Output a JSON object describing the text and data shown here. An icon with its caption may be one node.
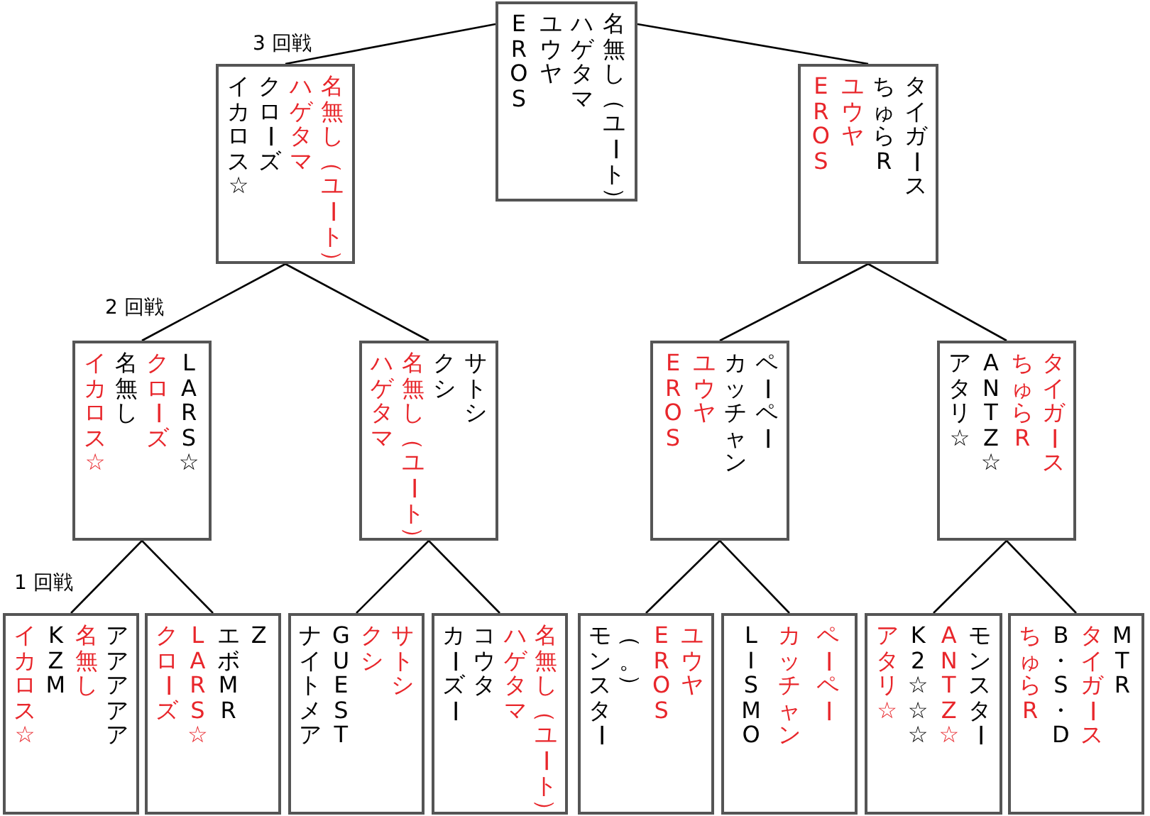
{
  "diagram": {
    "nodes": [
      {
        "text": [
          "EROS",
          "ユウヤ",
          "ハゲタマ",
          "名無し（ユート）"
        ]
      },
      {
        "text": [
          "イカロス☆",
          "クローズ",
          "ハゲタマ",
          "名無し（ユート）"
        ]
      },
      {
        "text": [
          "EROS",
          "ユウヤ",
          "ちゅらR",
          "タイガース"
        ]
      },
      {
        "text": [
          "イカロス☆",
          "名無し",
          "クローズ",
          "LARS☆"
        ]
      },
      {
        "text": [
          "ハゲタマ",
          "名無し（ユート）",
          "クシ",
          "サトシ"
        ]
      },
      {
        "text": [
          "EROS",
          "ユウヤ",
          "カッチャン",
          "ペーペー"
        ]
      },
      {
        "text": [
          "アタリ☆",
          "ANTZ☆",
          "ちゅらR",
          "タイガース"
        ]
      },
      {
        "text": [
          "イカロス☆",
          "KZM",
          "名無し",
          "アアアアア"
        ]
      },
      {
        "text": [
          "クローズ",
          "LARS☆",
          "エボMR",
          "Z"
        ]
      },
      {
        "text": [
          "ナイトメア",
          "GUEST",
          "クシ",
          "サトシ"
        ]
      },
      {
        "text": [
          "カーズー",
          "コウタ",
          "ハゲタマ",
          "名無し（ユート）"
        ]
      },
      {
        "text": [
          "モンスター",
          "（。）",
          "EROS",
          "ユウヤ"
        ]
      },
      {
        "text": [
          "LISMO",
          "カッチャン",
          "ペーペー"
        ]
      },
      {
        "text": [
          "アタリ☆",
          "K2☆☆☆",
          "ANTZ☆",
          "モンスター"
        ]
      },
      {
        "text": [
          "ちゅらR",
          "B・S・D",
          "タイガース",
          "MTR"
        ]
      }
    ],
    "edges": [
      {
        "from": 0,
        "to": 1,
        "arrow": "none"
      },
      {
        "from": 0,
        "to": 2,
        "arrow": "none"
      },
      {
        "from": 1,
        "to": 3,
        "arrow": "none"
      },
      {
        "from": 1,
        "to": 4,
        "arrow": "none"
      },
      {
        "from": 2,
        "to": 5,
        "arrow": "none"
      },
      {
        "from": 2,
        "to": 6,
        "arrow": "none"
      },
      {
        "from": 3,
        "to": 7,
        "arrow": "none"
      },
      {
        "from": 3,
        "to": 8,
        "arrow": "none"
      },
      {
        "from": 4,
        "to": 9,
        "arrow": "none"
      },
      {
        "from": 4,
        "to": 10,
        "arrow": "none"
      },
      {
        "from": 5,
        "to": 11,
        "arrow": "none"
      },
      {
        "from": 5,
        "to": 12,
        "arrow": "none"
      },
      {
        "from": 6,
        "to": 13,
        "arrow": "none"
      },
      {
        "from": 6,
        "to": 14,
        "arrow": "none"
      }
    ],
    "labels": [
      "3 回戦",
      "2 回戦",
      "1 回戦"
    ]
  }
}
